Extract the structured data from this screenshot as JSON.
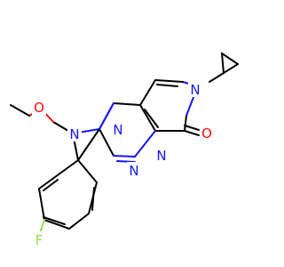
{
  "molecule": {
    "atoms": [
      {
        "id": "N_pyridone",
        "symbol": "N"
      },
      {
        "id": "O_carbonyl",
        "symbol": "O"
      },
      {
        "id": "N_pz1",
        "symbol": "N"
      },
      {
        "id": "N_pz2",
        "symbol": "N"
      },
      {
        "id": "N_tz1",
        "symbol": "N"
      },
      {
        "id": "N_tz2",
        "symbol": "N"
      },
      {
        "id": "O_ether",
        "symbol": "O"
      },
      {
        "id": "F",
        "symbol": "F"
      }
    ]
  },
  "colors": {
    "bond": "#000000",
    "nitrogen": "#1515ff",
    "oxygen": "#ff0d0d",
    "fluorine": "#8fe04d"
  }
}
